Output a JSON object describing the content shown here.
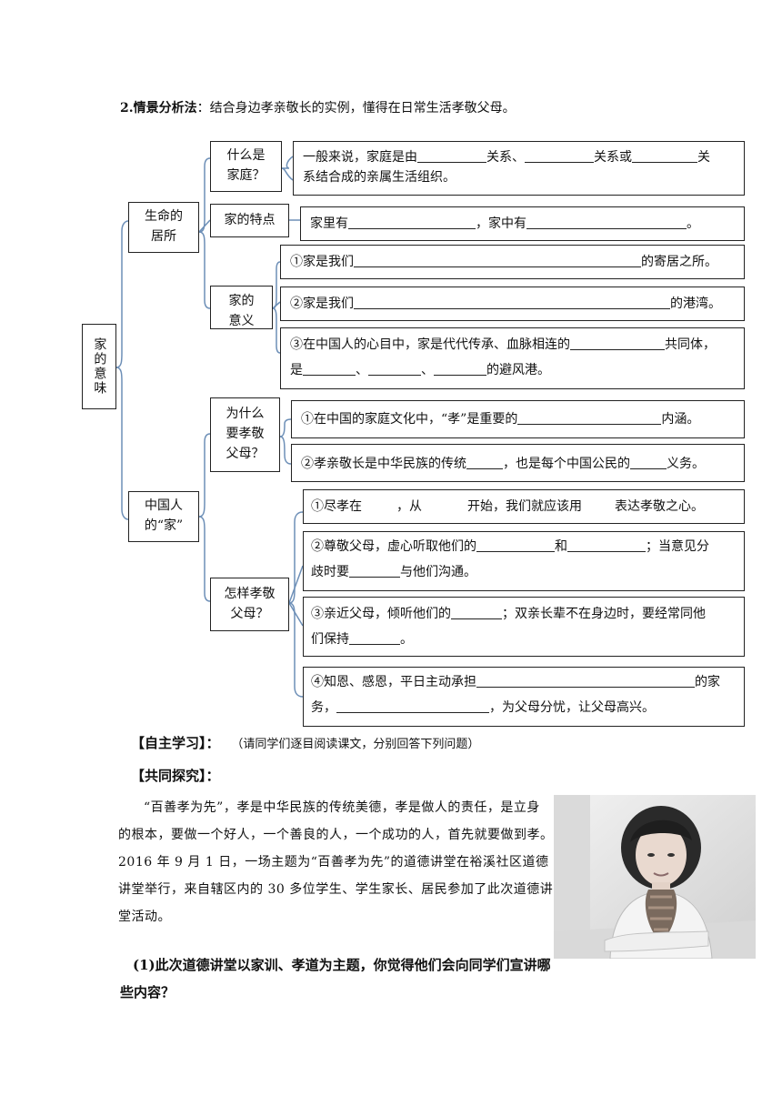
{
  "heading": {
    "num": "2.",
    "bold_label": "情景分析法",
    "text": "：结合身边孝亲敬长的实例，懂得在日常生活孝敬父母。"
  },
  "mindmap": {
    "root": "家的意味",
    "branch1": "生命的居所",
    "branch2": "中国人的“家”",
    "n_what": "什么是家庭？",
    "n_feature": "家的特点",
    "n_meaning": "家的意义",
    "n_why": "为什么要孝敬父母？",
    "n_how": "怎样孝敬父母？",
    "c_what": {
      "p1": "一般来说，家庭是由",
      "p2": "关系、",
      "p3": "关系或",
      "p4": "关",
      "p5": "系结合成的亲属生活组织。"
    },
    "c_feature": {
      "p1": "家里有",
      "p2": "，家中有",
      "p3": "。"
    },
    "c_mean1": {
      "p1": "①家是我们",
      "p2": "的寄居之所。"
    },
    "c_mean2": {
      "p1": "②家是我们",
      "p2": "的港湾。"
    },
    "c_mean3": {
      "p1": "③在中国人的心目中，家是代代传承、血脉相连的",
      "p2": "共同体，",
      "p3": "是",
      "p4": "、",
      "p5": "、",
      "p6": "的避风港。"
    },
    "c_why1": {
      "p1": "①在中国的家庭文化中，“孝”是重要的",
      "p2": "内涵。"
    },
    "c_why2": {
      "p1": "②孝亲敬长是中华民族的传统",
      "p2": "，也是每个中国公民的",
      "p3": "义务。"
    },
    "c_how1": {
      "p1": "①尽孝在",
      "p2": "，从",
      "p3": "开始，我们就应该用",
      "p4": "表达孝敬之心。"
    },
    "c_how2": {
      "p1": "②尊敬父母，虚心听取他们的",
      "p2": "和",
      "p3": "；当意见分",
      "p4": "歧时要",
      "p5": "与他们沟通。"
    },
    "c_how3": {
      "p1": "③亲近父母，倾听他们的",
      "p2": "；双亲长辈不在身边时，要经常同他",
      "p3": "们保持",
      "p4": "。"
    },
    "c_how4": {
      "p1": "④知恩、感恩，平日主动承担",
      "p2": "的家",
      "p3": "务，",
      "p4": "，为父母分忧，让父母高兴。"
    }
  },
  "self_study": {
    "label": "【自主学习】",
    "colon": "：",
    "note": "（请同学们逐目阅读课文，分别回答下列问题）"
  },
  "cooperation": {
    "label": "【共同探究】",
    "colon": "："
  },
  "passage": {
    "line1": "“百善孝为先”，孝是中华民族的传统美德，孝是做人的责任，是立身",
    "line2": "的根本，要做一个好人，一个善良的人，一个成功的人，首先就要做到孝。",
    "line3": "2016 年 9 月 1 日，一场主题为“百善孝为先”的道德讲堂在裕溪社区道德",
    "line4": "讲堂举行，来自辖区内的 30 多位学生、学生家长、居民参加了此次道德讲",
    "line5": "堂活动。"
  },
  "question1": {
    "line1": "(1)此次道德讲堂以家训、孝道为主题，你觉得他们会向同学们宣讲哪",
    "line2": "些内容？"
  },
  "photo": {
    "icon": "girl-photo"
  },
  "colors": {
    "line": "#6d8fb7",
    "border": "#222222"
  }
}
